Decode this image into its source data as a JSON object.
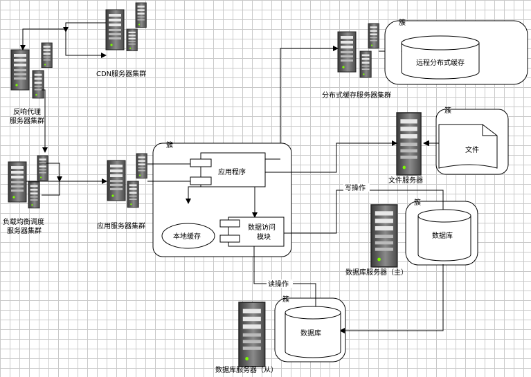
{
  "labels": {
    "cdn_cluster": "CDN服务器集群",
    "proxy_cluster_line1": "反响代理",
    "proxy_cluster_line2": "服务器集群",
    "lb_cluster_line1": "负载均衡调度",
    "lb_cluster_line2": "服务器集群",
    "app_cluster": "应用服务器集群",
    "cache_cluster": "分布式缓存服务器集群",
    "file_server": "文件服务器",
    "db_master": "数据库服务器（主）",
    "db_slave": "数据库服务器（从）",
    "write_op": "写操作",
    "read_op": "读操作"
  },
  "clusters": {
    "app_box_tag": "簇",
    "cache_box_tag": "簇",
    "file_box_tag": "簇",
    "db_master_box_tag": "簇",
    "db_slave_box_tag": "簇"
  },
  "components": {
    "application": "应用程序",
    "local_cache": "本地缓存",
    "data_access_line1": "数据访问",
    "data_access_line2": "模块",
    "remote_cache": "远程分布式缓存",
    "file": "文件",
    "database_master": "数据库",
    "database_slave": "数据库"
  }
}
